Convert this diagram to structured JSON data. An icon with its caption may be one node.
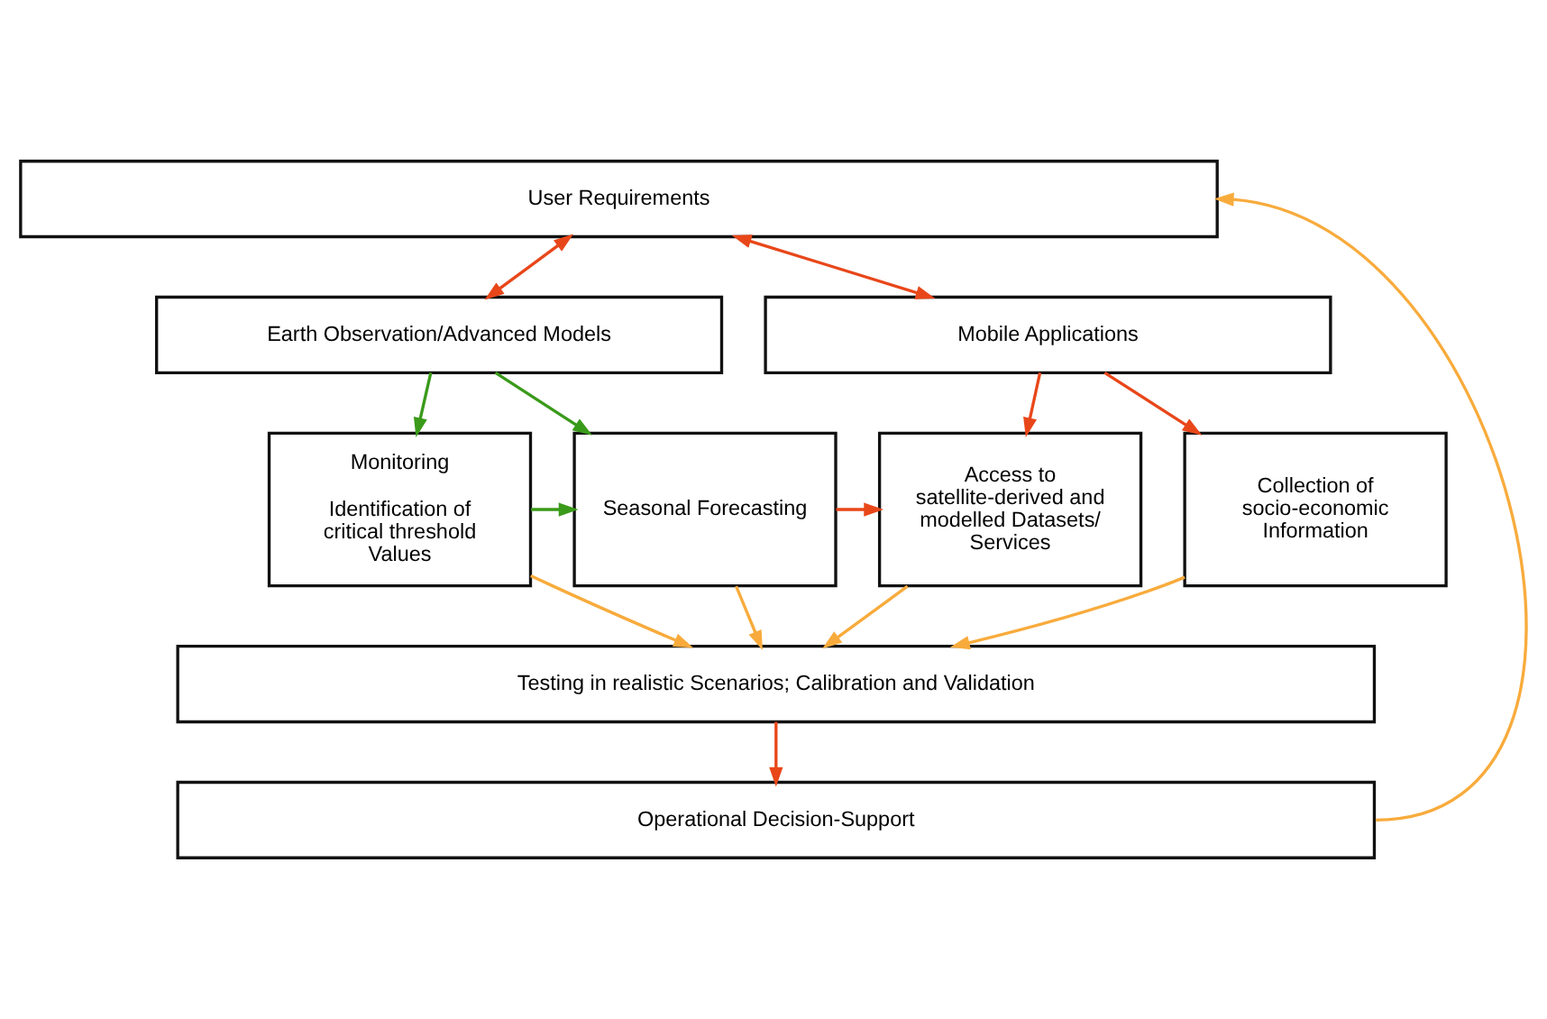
{
  "diagram": {
    "nodes": [
      {
        "text": [
          "User Requirements"
        ]
      },
      {
        "text": [
          "Earth Observation/Advanced Models"
        ]
      },
      {
        "text": [
          "Mobile Applications"
        ]
      },
      {
        "text": [
          "Monitoring",
          "Identification of critical threshold Values"
        ]
      },
      {
        "text": [
          "Seasonal Forecasting"
        ]
      },
      {
        "text": [
          "Access to satellite-derived and modelled Datasets/ Services"
        ]
      },
      {
        "text": [
          "Collection of socio-economic Information"
        ]
      },
      {
        "text": [
          "Testing in realistic Scenarios; Calibration and Validation"
        ]
      },
      {
        "text": [
          "Operational Decision-Support"
        ]
      }
    ],
    "edges": [
      {
        "from": 0,
        "to": 1,
        "arrow": "both",
        "color": "#e8471a"
      },
      {
        "from": 0,
        "to": 2,
        "arrow": "both",
        "color": "#e8471a"
      },
      {
        "from": 1,
        "to": 3,
        "arrow": "to",
        "color": "#3a9a1a"
      },
      {
        "from": 1,
        "to": 4,
        "arrow": "to",
        "color": "#3a9a1a"
      },
      {
        "from": 2,
        "to": 5,
        "arrow": "to",
        "color": "#e8471a"
      },
      {
        "from": 2,
        "to": 6,
        "arrow": "to",
        "color": "#e8471a"
      },
      {
        "from": 3,
        "to": 4,
        "arrow": "to",
        "color": "#3a9a1a"
      },
      {
        "from": 4,
        "to": 5,
        "arrow": "to",
        "color": "#e8471a"
      },
      {
        "from": 3,
        "to": 7,
        "arrow": "to",
        "color": "#f8ab3c"
      },
      {
        "from": 4,
        "to": 7,
        "arrow": "to",
        "color": "#f8ab3c"
      },
      {
        "from": 5,
        "to": 7,
        "arrow": "to",
        "color": "#f8ab3c"
      },
      {
        "from": 6,
        "to": 7,
        "arrow": "to",
        "color": "#f8ab3c"
      },
      {
        "from": 7,
        "to": 8,
        "arrow": "to",
        "color": "#e8471a"
      },
      {
        "from": 8,
        "to": 0,
        "arrow": "to",
        "color": "#f8ab3c"
      }
    ]
  }
}
